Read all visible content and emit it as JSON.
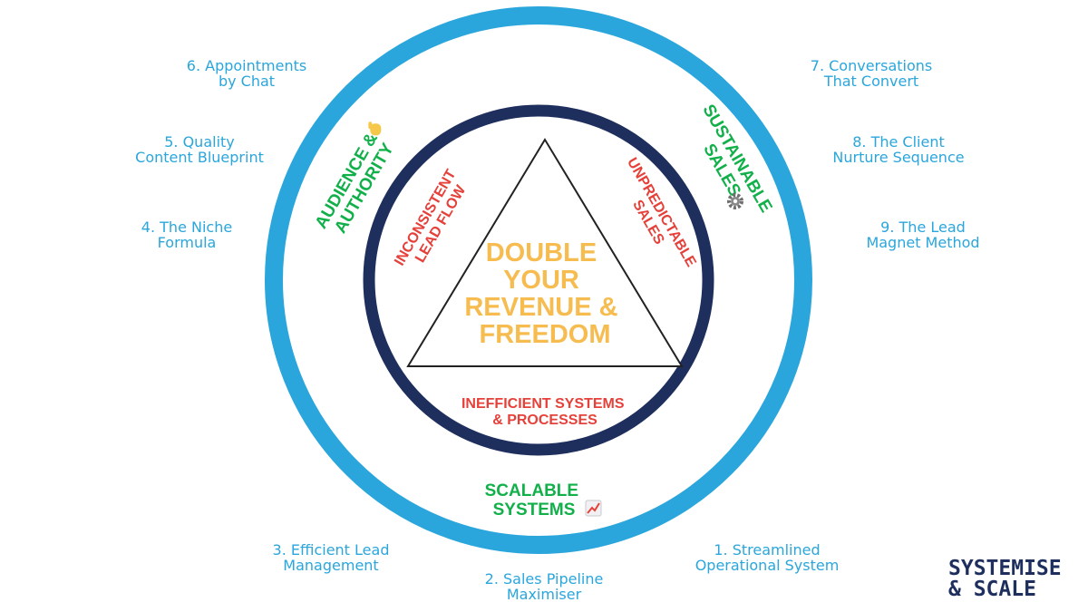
{
  "center": {
    "lines": [
      "DOUBLE",
      "YOUR",
      "REVENUE &",
      "FREEDOM"
    ],
    "color": "#f6bc4f"
  },
  "problems": {
    "color": "#e5413a",
    "left": [
      "INCONSISTENT",
      "LEAD FLOW"
    ],
    "right": [
      "UNPREDICTABLE",
      "SALES"
    ],
    "bottom": [
      "INEFFICIENT SYSTEMS",
      "& PROCESSES"
    ]
  },
  "pillars": {
    "color": "#12b04a",
    "left": {
      "lines": [
        "AUDIENCE &",
        "AUTHORITY"
      ],
      "icon": "raised-hand-icon"
    },
    "right": {
      "lines": [
        "SUSTAINABLE",
        "SALES"
      ],
      "icon": "gear-icon"
    },
    "bottom": {
      "lines": [
        "SCALABLE",
        "SYSTEMS"
      ],
      "icon": "chart-up-icon"
    }
  },
  "steps": [
    {
      "lines": [
        "1. Streamlined",
        "Operational System"
      ]
    },
    {
      "lines": [
        "2. Sales Pipeline",
        "Maximiser"
      ]
    },
    {
      "lines": [
        "3. Efficient Lead",
        "Management"
      ]
    },
    {
      "lines": [
        "4. The Niche",
        "Formula"
      ]
    },
    {
      "lines": [
        "5. Quality",
        "Content Blueprint"
      ]
    },
    {
      "lines": [
        "6. Appointments",
        "by Chat"
      ]
    },
    {
      "lines": [
        "7. Conversations",
        "That Convert"
      ]
    },
    {
      "lines": [
        "8. The Client",
        "Nurture Sequence"
      ]
    },
    {
      "lines": [
        "9. The Lead",
        "Magnet Method"
      ]
    }
  ],
  "logo": {
    "lines": [
      "SYSTEMISE",
      "& SCALE"
    ]
  },
  "colors": {
    "outer_ring": "#2aa6dc",
    "inner_ring": "#1e2f5e",
    "steps": "#2aa6dc",
    "logo": "#1e2f5e"
  }
}
